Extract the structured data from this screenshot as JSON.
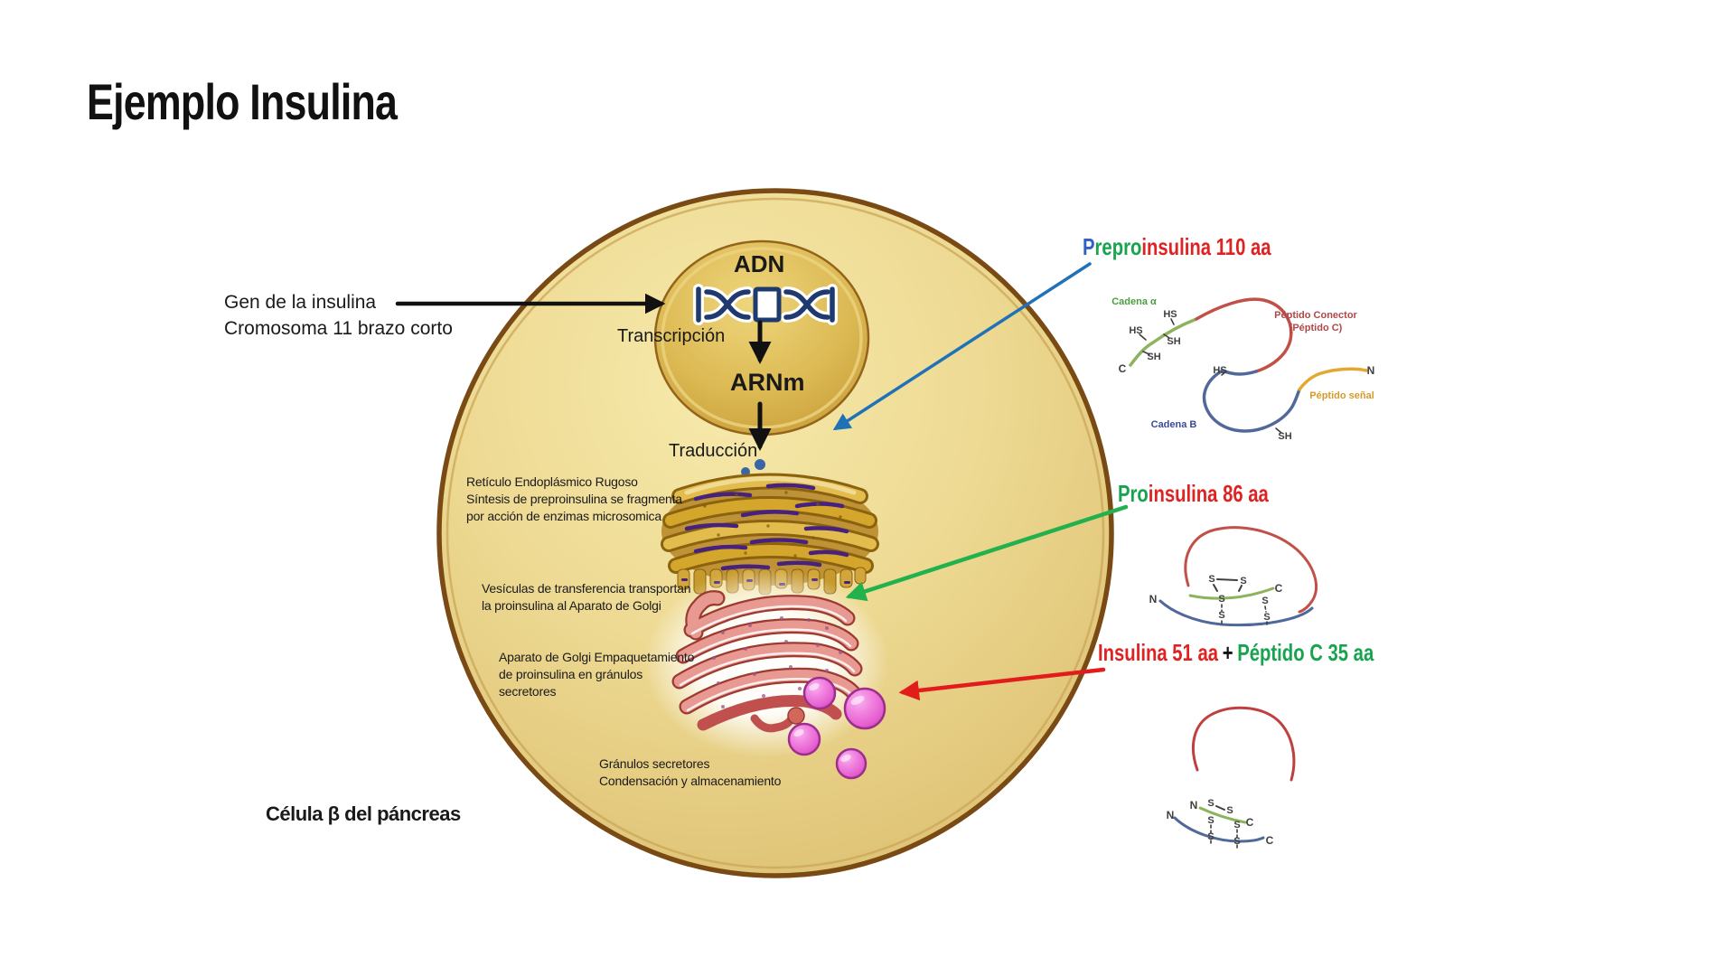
{
  "title": "Ejemplo Insulina",
  "gene_label": {
    "line1": "Gen de la insulina",
    "line2": "Cromosoma 11 brazo corto"
  },
  "cell": {
    "caption": "Célula β del páncreas",
    "adn": "ADN",
    "arnm": "ARNm",
    "transcripcion": "Transcripción",
    "traduccion": "Traducción",
    "rer_line1": "Retículo Endoplásmico Rugoso",
    "rer_line2": "Síntesis de preproinsulina se fragmenta",
    "rer_line3": "por acción de enzimas microsomica",
    "ves_line1": "Vesículas de transferencia transportan",
    "ves_line2": "la proinsulina al Aparato de Golgi",
    "golgi_line1": "Aparato de Golgi Empaquetamiento",
    "golgi_line2": "de proinsulina en gránulos",
    "golgi_line3": "secretores",
    "gran_line1": "Gránulos secretores",
    "gran_line2": "Condensación y almacenamiento"
  },
  "right_labels": {
    "prepro": {
      "part1": "P",
      "part2": "repro",
      "part3": "insulina 110 aa"
    },
    "pro": {
      "part1": "Pro",
      "part2": "insulina 86 aa"
    },
    "insulin": {
      "part1": "Insulina 51 aa",
      "plus": "+",
      "part2": "Péptido C 35 aa"
    }
  },
  "tiny": {
    "cadena_a": "Cadena α",
    "cadena_b": "Cadena B",
    "pc1": "Péptido Conector",
    "pc2": "(Péptido C)",
    "psenal": "Péptido señal",
    "hs": "HS",
    "sh": "SH",
    "s": "S",
    "n": "N",
    "c": "C"
  },
  "colors": {
    "membrane_brown": "#7a4a15",
    "cell_fill": "#e9d182",
    "nucleus_gold": "#d9b44a",
    "dna_navy": "#1e3a6e",
    "arrow_black": "#111111",
    "arrow_blue": "#1f72b8",
    "arrow_green": "#22b14c",
    "arrow_red": "#e21b1b",
    "label_blue": "#2f62c4",
    "label_green": "#18a34e",
    "label_red": "#df2222",
    "granule_magenta": "#ee6fd8",
    "golgi_pink": "#e89992",
    "rer_gold": "#caa22e",
    "chain_green": "#8cb45c",
    "chain_red": "#c05048",
    "chain_blue": "#50689a",
    "chain_yellow": "#e3a82f"
  }
}
